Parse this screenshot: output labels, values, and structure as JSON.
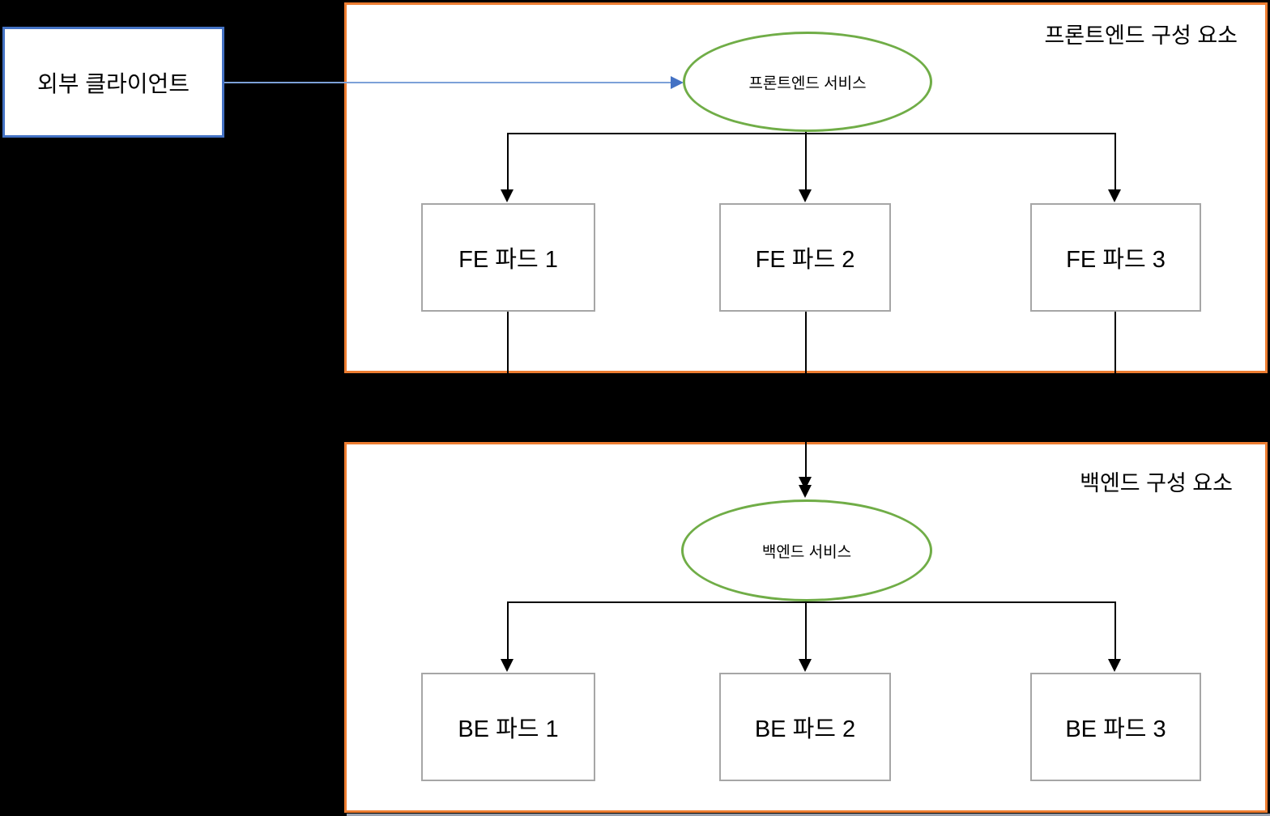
{
  "client": {
    "label": "외부 클라이언트"
  },
  "frontend": {
    "title": "프론트엔드 구성 요소",
    "service_label": "프론트엔드 서비스",
    "pods": [
      "FE 파드 1",
      "FE 파드 2",
      "FE 파드 3"
    ]
  },
  "backend": {
    "title": "백엔드 구성 요소",
    "service_label": "백엔드 서비스",
    "pods": [
      "BE 파드 1",
      "BE 파드 2",
      "BE 파드 3"
    ]
  },
  "colors": {
    "background": "#000000",
    "shape_fill": "#FFFFFF",
    "container_border": "#ED7D31",
    "service_border": "#70AD47",
    "client_border": "#4472C4",
    "client_arrow_line": "#7CA1D8",
    "client_arrow_head": "#4472C4",
    "pod_border": "#A6A6A6",
    "connector": "#000000",
    "text": "#000000"
  }
}
